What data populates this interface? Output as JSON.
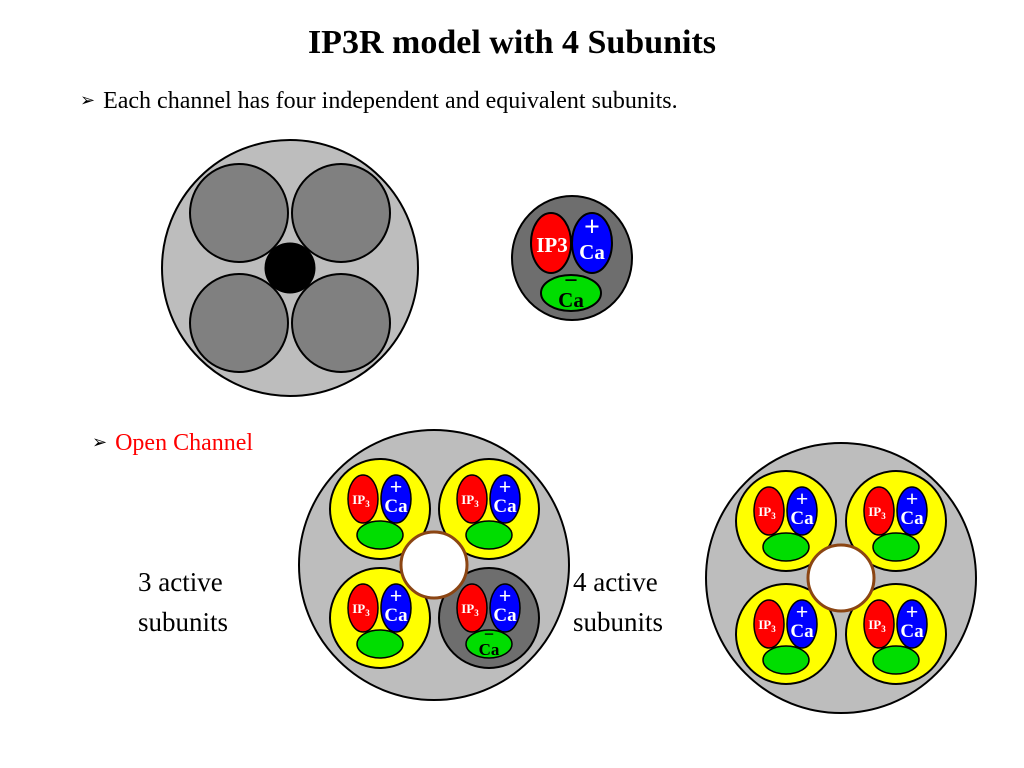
{
  "title": "IP3R model with 4 Subunits",
  "bullets": {
    "first": "Each channel has four independent and equivalent subunits.",
    "second": "Open Channel"
  },
  "captions": {
    "three": [
      "3 active",
      "subunits"
    ],
    "four": [
      "4 active",
      "subunits"
    ]
  },
  "labels": {
    "ip3": "IP3",
    "ip_small": "IP",
    "ip_sub": "3",
    "ca": "Ca",
    "plus": "+",
    "minus": "−"
  },
  "colors": {
    "outer_disc": "#bdbdbd",
    "inactive_subunit": "#808080",
    "single_subunit_body": "#6e6e6e",
    "active_subunit": "#ffff00",
    "ip3_site": "#ff0000",
    "activating_ca_site": "#0000ff",
    "inhibitory_ca_site": "#00dd00",
    "closed_pore": "#000000",
    "open_pore": "#ffffff",
    "open_pore_ring": "#8b4513",
    "bullet_second": "#ff0000"
  }
}
